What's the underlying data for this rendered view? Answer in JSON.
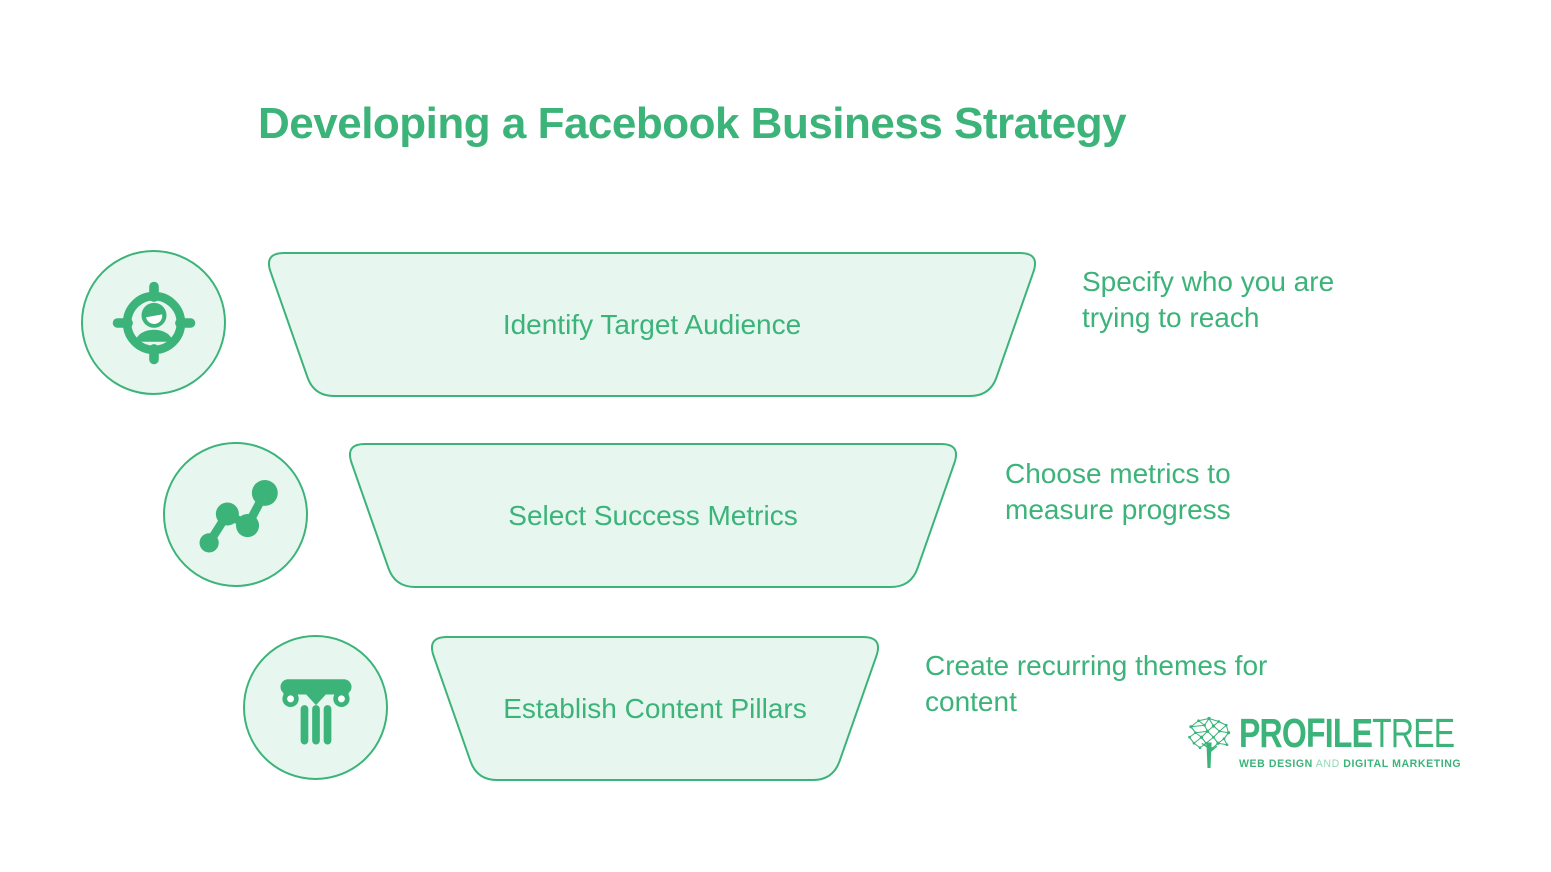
{
  "colors": {
    "accent": "#3BB379",
    "funnel_fill": "#E7F7EF",
    "background": "#FFFFFF"
  },
  "title": "Developing a Facebook Business Strategy",
  "steps": [
    {
      "label": "Identify Target Audience",
      "description": "Specify who you are trying to reach",
      "icon": "target-audience-icon"
    },
    {
      "label": "Select Success Metrics",
      "description": "Choose metrics to measure progress",
      "icon": "metrics-trend-icon"
    },
    {
      "label": "Establish Content Pillars",
      "description": "Create recurring themes for content",
      "icon": "content-pillar-icon"
    }
  ],
  "logo": {
    "wordmark_bold": "PROFILE",
    "wordmark_light": "TREE",
    "tagline_left": "WEB DESIGN",
    "tagline_and": " AND ",
    "tagline_right": "DIGITAL MARKETING"
  }
}
